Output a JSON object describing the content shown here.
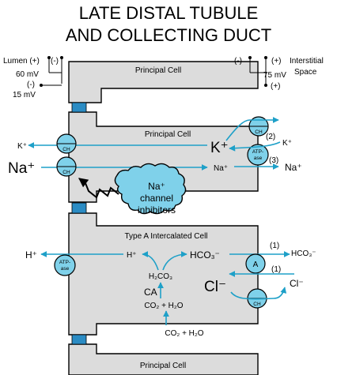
{
  "title": {
    "line1": "LATE DISTAL TUBULE",
    "line2": "AND COLLECTING DUCT"
  },
  "colors": {
    "cell_fill": "#dcdcdc",
    "flow": "#1ea0c8",
    "pump": "#7fd1ea",
    "tight_junction": "#2b8cc4",
    "inhibitor_blob": "#7fd1ea"
  },
  "potentials": {
    "lumen_label": "Lumen (+)",
    "lumen_minus": "(-)",
    "lumen_60": "60 mV",
    "lumen_minus2": "(-)",
    "lumen_15": "15 mV",
    "inter_minus": "(-)",
    "inter_plus": "(+)",
    "inter_label1": "Interstitial",
    "inter_label2": "Space",
    "inter_75": "75 mV",
    "inter_plus2": "(+)"
  },
  "cells": {
    "principal_top": "Principal Cell",
    "principal_mid": "Principal Cell",
    "intercalated": "Type A Intercalated Cell",
    "principal_bottom": "Principal Cell"
  },
  "principal": {
    "k_lumen": "K⁺",
    "k_cell": "K⁺",
    "k_inter": "K⁺",
    "na_lumen": "Na⁺",
    "na_cell": "Na⁺",
    "na_inter": "Na⁺",
    "ch_k": "CH",
    "ch_na": "CH",
    "ch_baso": "CH",
    "atpase_l1": "ATP-",
    "atpase_l2": "ase",
    "label_2": "(2)",
    "label_3": "(3)",
    "inhib_1": "Na⁺",
    "inhib_2": "channel",
    "inhib_3": "inhibitors"
  },
  "intercalated_cell": {
    "h_lumen": "H⁺",
    "h_cell": "H⁺",
    "hco3_cell": "HCO₃⁻",
    "hco3_inter": "HCO₃⁻",
    "h2co3": "H₂CO₃",
    "ca": "CA",
    "co2_h2o_cell": "CO₂ + H₂O",
    "co2_h2o_inter": "CO₂ + H₂O",
    "cl_cell": "Cl⁻",
    "cl_inter": "Cl⁻",
    "exchanger": "A",
    "ch_cl": "CH",
    "atpase_l1": "ATP-",
    "atpase_l2": "ase",
    "label_1a": "(1)",
    "label_1b": "(1)"
  }
}
